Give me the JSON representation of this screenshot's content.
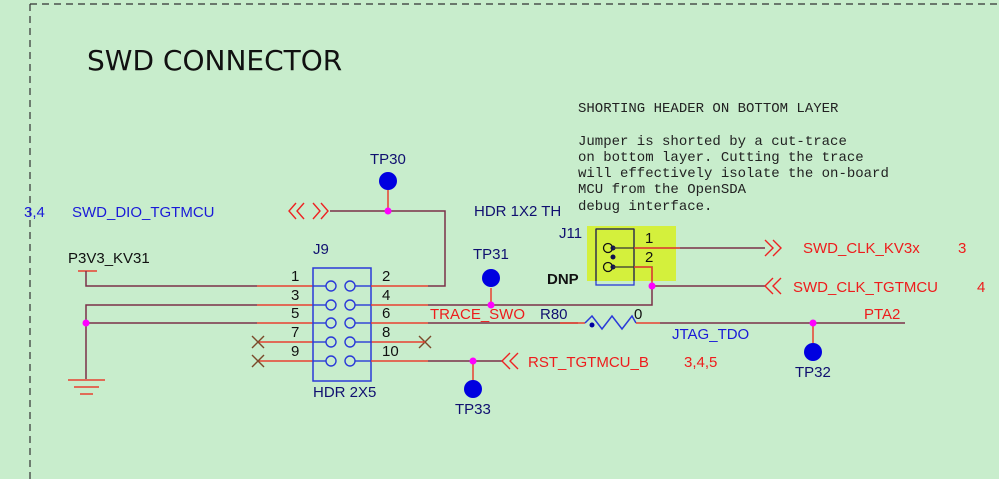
{
  "title": "SWD CONNECTOR",
  "note": {
    "heading": "SHORTING HEADER ON BOTTOM LAYER",
    "lines": [
      "Jumper is shorted by a cut-trace",
      "on bottom layer. Cutting the trace",
      "will effectively isolate the on-board",
      "MCU from the OpenSDA",
      "debug interface."
    ]
  },
  "nets": {
    "swd_dio": {
      "name": "SWD_DIO_TGTMCU",
      "pages": "3,4"
    },
    "power": "P3V3_KV31",
    "trace_swo": "TRACE_SWO",
    "jtag_tdo": "JTAG_TDO",
    "pta2": "PTA2",
    "swd_clk_kv3x": {
      "name": "SWD_CLK_KV3x",
      "pages": "3"
    },
    "swd_clk_tgtmcu": {
      "name": "SWD_CLK_TGTMCU",
      "pages": "4"
    },
    "rst": {
      "name": "RST_TGTMCU_B",
      "pages": "3,4,5"
    }
  },
  "components": {
    "j9": {
      "ref": "J9",
      "value": "HDR 2X5",
      "pins_left": [
        "1",
        "3",
        "5",
        "7",
        "9"
      ],
      "pins_right": [
        "2",
        "4",
        "6",
        "8",
        "10"
      ]
    },
    "j11": {
      "ref": "J11",
      "value": "HDR 1X2 TH",
      "pins": [
        "1",
        "2"
      ],
      "dnp": "DNP"
    },
    "r80": {
      "ref": "R80",
      "value": "0"
    },
    "tp30": "TP30",
    "tp31": "TP31",
    "tp32": "TP32",
    "tp33": "TP33"
  },
  "colors": {
    "background": "#c8edcc",
    "wire": "#7a3048",
    "net_label_red": "#ee1c1c",
    "net_label_blue": "#1a1ad8",
    "testpoint": "#0000e0",
    "junction": "#ff00ff",
    "highlight": "#d4f03c"
  }
}
